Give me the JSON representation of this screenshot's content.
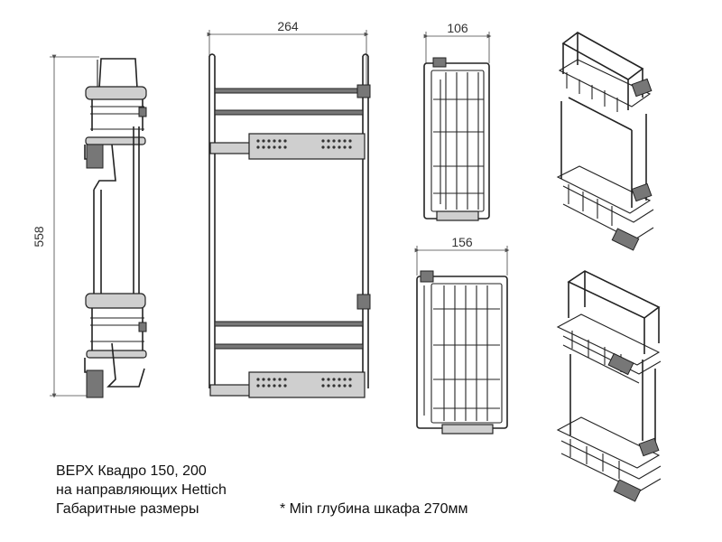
{
  "dimensions": {
    "height": "558",
    "width_front": "264",
    "width_top": "106",
    "width_bottom": "156"
  },
  "caption": {
    "line1": "ВЕРХ Квадро 150, 200",
    "line2": "на направляющих Hettich",
    "line3": "Габаритные размеры",
    "note": "* Min глубина шкафа 270мм"
  },
  "colors": {
    "line": "#222222",
    "dim_line": "#555555",
    "background": "#ffffff"
  }
}
